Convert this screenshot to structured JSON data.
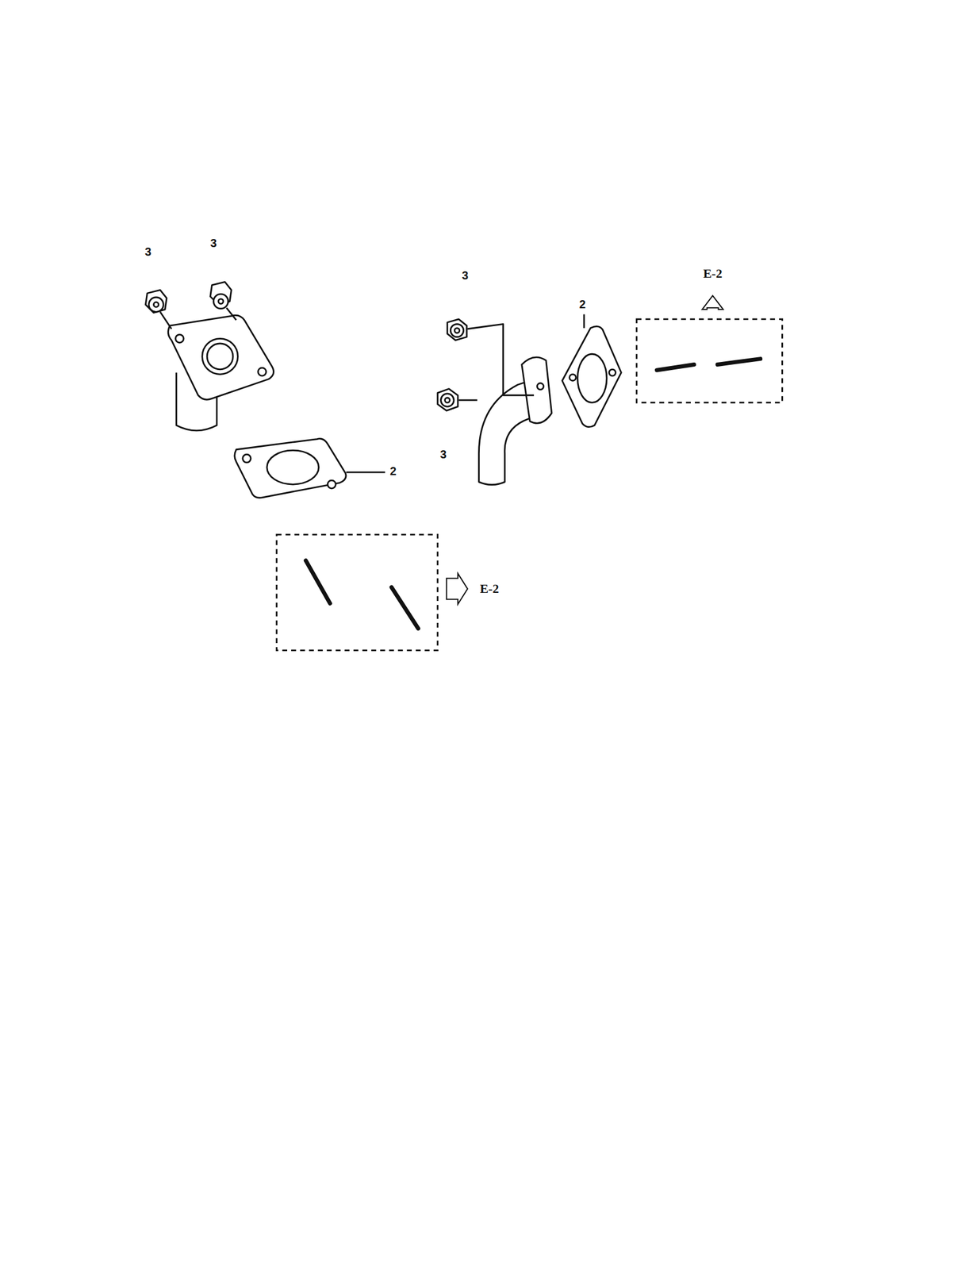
{
  "diagram": {
    "labels": [
      "3",
      "3",
      "3",
      "E-2",
      "2",
      "3",
      "2",
      "E-2"
    ]
  }
}
